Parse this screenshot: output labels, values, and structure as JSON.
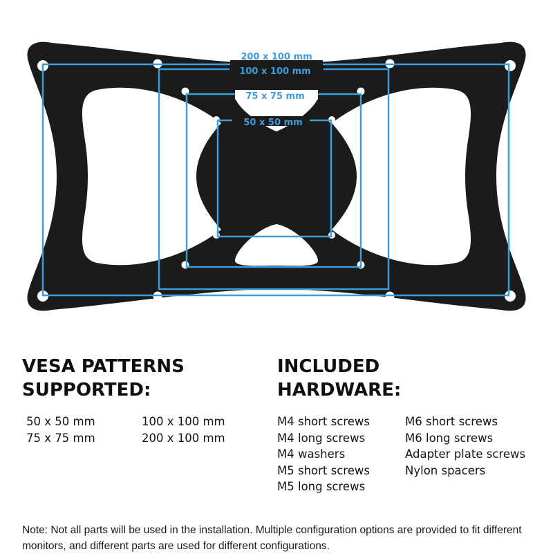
{
  "diagram": {
    "plate_color": "#1b1b1b",
    "line_color": "#3d9ddc",
    "labels": {
      "p200x100": "200 x 100 mm",
      "p100x100": "100 x 100 mm",
      "p75x75": "75 x 75 mm",
      "p50x50": "50 x 50 mm"
    }
  },
  "vesa": {
    "heading_line1": "VESA PATTERNS",
    "heading_line2": "SUPPORTED:",
    "col1": [
      "50 x 50 mm",
      "75 x 75 mm"
    ],
    "col2": [
      "100 x 100 mm",
      "200 x 100 mm"
    ]
  },
  "hardware": {
    "heading_line1": "INCLUDED",
    "heading_line2": "HARDWARE:",
    "col1": [
      "M4 short screws",
      "M4 long screws",
      "M4 washers",
      "M5 short screws",
      "M5 long screws"
    ],
    "col2": [
      "M6 short screws",
      "M6 long screws",
      "Adapter plate screws",
      "Nylon spacers"
    ]
  },
  "note": "Note: Not all parts will be used in the installation. Multiple configuration options are provided to fit different monitors, and different parts are used for different configurations."
}
